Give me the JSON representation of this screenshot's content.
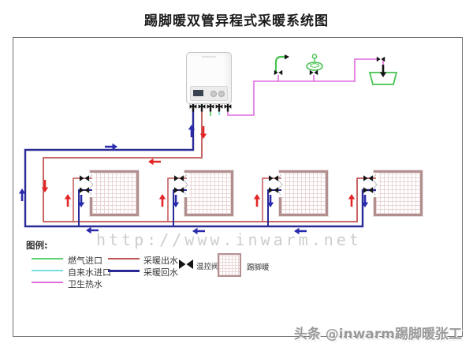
{
  "title": "踢脚暖双管异程式采暖系统图",
  "watermark": "http://www.inwarm.net",
  "credit": "头条 @inwarm踢脚暖张工",
  "legend": {
    "heading": "图例:",
    "items": [
      {
        "label": "燃气进口"
      },
      {
        "label": "自来水进口"
      },
      {
        "label": "卫生热水"
      },
      {
        "label": "采暖出水"
      },
      {
        "label": "采暖回水"
      },
      {
        "label": "温控阀"
      },
      {
        "label": "踢脚暖"
      }
    ]
  },
  "colors": {
    "gas": "#5ecf72",
    "tap": "#7adede",
    "dhw": "#df6cdf",
    "supply": "#c25555",
    "return": "#2b2b98",
    "supply-arrow": "#e42525",
    "return-arrow": "#2a2aad",
    "fixture": "#46c24f",
    "radiator-border": "#b28f8f",
    "radiator-grid": "#ead6d6",
    "frame": "#6e6e6e",
    "watermark": "#cdcdcd",
    "credit": "#9a9a9a"
  }
}
